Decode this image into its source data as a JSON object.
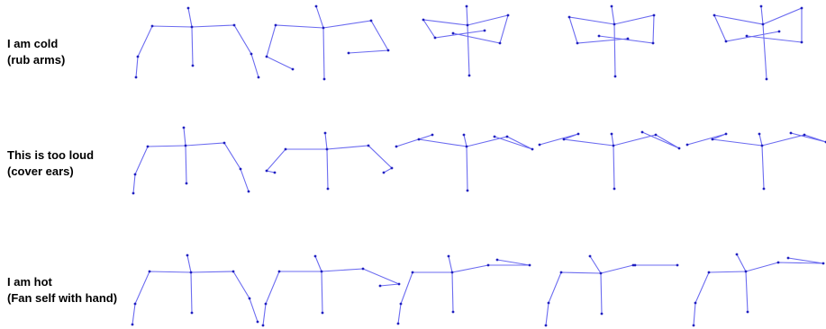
{
  "rows": [
    {
      "line1": "I am cold",
      "line2": "(rub arms)"
    },
    {
      "line1": "This is too loud",
      "line2": "(cover ears)"
    },
    {
      "line1": "I am hot",
      "line2": "(Fan self with hand)"
    }
  ],
  "style": {
    "line_color": "#6b6bf0",
    "dot_color": "#1f1fbf"
  }
}
